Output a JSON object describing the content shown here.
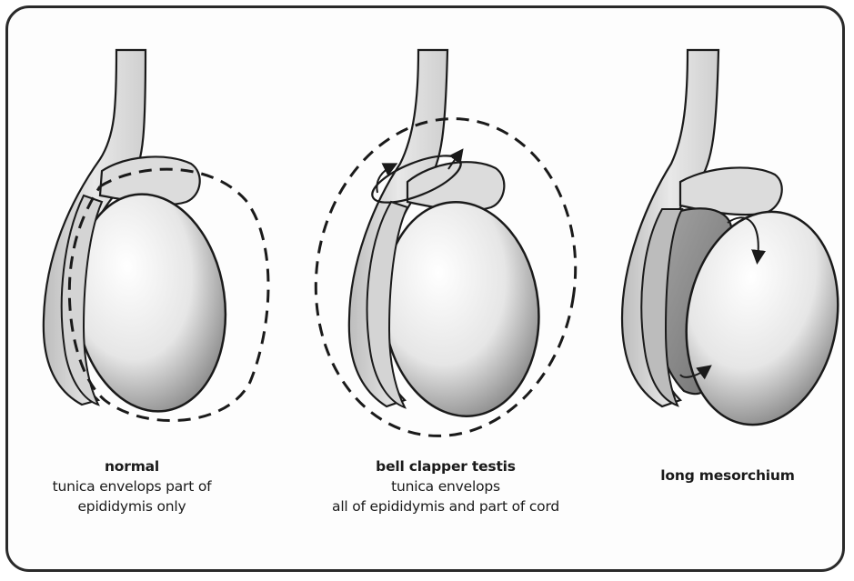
{
  "panels": [
    {
      "id": "normal",
      "title": "normal",
      "lines": [
        "tunica envelops part of",
        "epididymis only"
      ]
    },
    {
      "id": "bell-clapper",
      "title": "bell clapper testis",
      "lines": [
        "tunica envelops",
        "all of epididymis and part of cord"
      ]
    },
    {
      "id": "long-mesorchium",
      "title": "long mesorchium",
      "lines": []
    }
  ],
  "colors": {
    "outline": "#1a1a1a",
    "cord_fill": "#d9d9d9",
    "testis_light": "#ffffff",
    "testis_dark": "#7a7a7a",
    "mesorchium_fill": "#8f8f8f"
  }
}
